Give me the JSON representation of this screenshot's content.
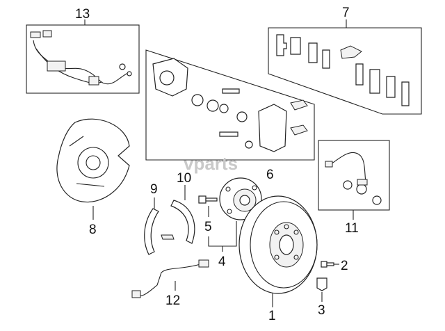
{
  "diagram": {
    "watermark": "vparts",
    "callouts": [
      "1",
      "2",
      "3",
      "4",
      "5",
      "6",
      "7",
      "8",
      "9",
      "10",
      "11",
      "12",
      "13"
    ]
  }
}
